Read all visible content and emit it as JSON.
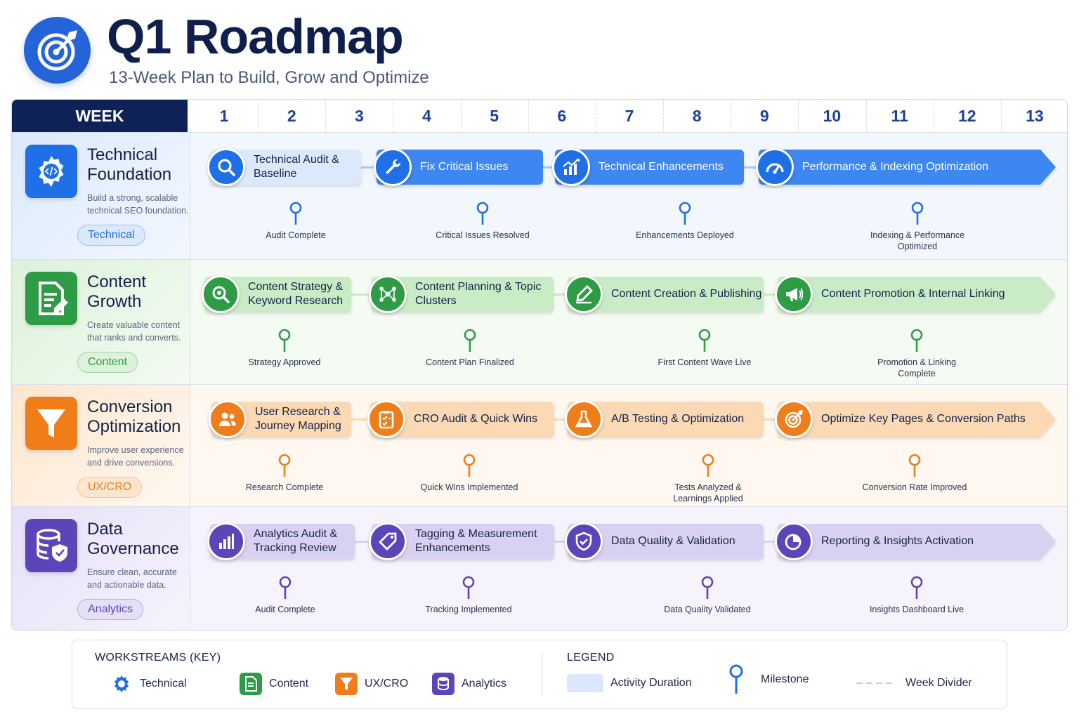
{
  "header": {
    "title": "Q1 Roadmap",
    "subtitle": "13-Week Plan to Build, Grow and Optimize",
    "logo_icon": "target-icon"
  },
  "timeline": {
    "week_label": "WEEK",
    "weeks": [
      "1",
      "2",
      "3",
      "4",
      "5",
      "6",
      "7",
      "8",
      "9",
      "10",
      "11",
      "12",
      "13"
    ]
  },
  "workstreams": [
    {
      "title": "Technical Foundation",
      "description": "Build a strong, scalable technical SEO foundation.",
      "tag": "Technical",
      "icon": "gear-code-icon",
      "colors": {
        "accent": "#1f6fe6",
        "bar": "#3e86f0",
        "light": "#dce9fc",
        "row_bg": "#f2f7fe",
        "text_on_bar": "#ffffff",
        "dark_text": "#15224a"
      },
      "bars": [
        {
          "label": "Technical Audit & Baseline",
          "icon": "magnifier-icon",
          "style": "light"
        },
        {
          "label": "Fix Critical Issues",
          "icon": "wrench-icon",
          "style": "solid"
        },
        {
          "label": "Technical Enhancements",
          "icon": "chart-up-icon",
          "style": "solid"
        },
        {
          "label": "Performance & Indexing Optimization",
          "icon": "speedometer-icon",
          "style": "solid"
        }
      ],
      "milestones": [
        "Audit Complete",
        "Critical Issues Resolved",
        "Enhancements Deployed",
        "Indexing & Performance Optimized"
      ]
    },
    {
      "title": "Content Growth",
      "description": "Create valuable content that ranks and converts.",
      "tag": "Content",
      "icon": "document-pencil-icon",
      "colors": {
        "accent": "#2e9b45",
        "bar": "#c9ebc6",
        "light": "#dcf2da",
        "row_bg": "#f3fbf2",
        "text_on_bar": "#15224a",
        "dark_text": "#15224a"
      },
      "bars": [
        {
          "label": "Content Strategy & Keyword Research",
          "icon": "search-gear-icon",
          "style": "light"
        },
        {
          "label": "Content Planning & Topic Clusters",
          "icon": "network-icon",
          "style": "light"
        },
        {
          "label": "Content Creation & Publishing",
          "icon": "pencil-icon",
          "style": "light"
        },
        {
          "label": "Content Promotion & Internal Linking",
          "icon": "megaphone-icon",
          "style": "light"
        }
      ],
      "milestones": [
        "Strategy Approved",
        "Content Plan Finalized",
        "First Content Wave Live",
        "Promotion & Linking Complete"
      ]
    },
    {
      "title": "Conversion Optimization",
      "description": "Improve user experience and drive conversions.",
      "tag": "UX/CRO",
      "icon": "funnel-icon",
      "colors": {
        "accent": "#ef7d1a",
        "bar": "#fbd9b4",
        "light": "#fde6cd",
        "row_bg": "#fef8f1",
        "text_on_bar": "#15224a",
        "dark_text": "#15224a"
      },
      "bars": [
        {
          "label": "User Research & Journey Mapping",
          "icon": "users-icon",
          "style": "light"
        },
        {
          "label": "CRO Audit & Quick Wins",
          "icon": "checklist-icon",
          "style": "light"
        },
        {
          "label": "A/B Testing & Optimization",
          "icon": "flask-icon",
          "style": "light"
        },
        {
          "label": "Optimize Key Pages & Conversion Paths",
          "icon": "target-icon",
          "style": "light"
        }
      ],
      "milestones": [
        "Research Complete",
        "Quick Wins Implemented",
        "Tests Analyzed & Learnings Applied",
        "Conversion Rate Improved"
      ]
    },
    {
      "title": "Data Governance",
      "description": "Ensure clean, accurate and actionable data.",
      "tag": "Analytics",
      "icon": "database-shield-icon",
      "colors": {
        "accent": "#5b45b8",
        "bar": "#d9d1f1",
        "light": "#e6e0f7",
        "row_bg": "#f6f3fd",
        "text_on_bar": "#15224a",
        "dark_text": "#15224a"
      },
      "bars": [
        {
          "label": "Analytics Audit & Tracking Review",
          "icon": "bar-chart-icon",
          "style": "light"
        },
        {
          "label": "Tagging & Measurement Enhancements",
          "icon": "tag-icon",
          "style": "light"
        },
        {
          "label": "Data Quality & Validation",
          "icon": "shield-check-icon",
          "style": "light"
        },
        {
          "label": "Reporting & Insights Activation",
          "icon": "pie-chart-icon",
          "style": "light"
        }
      ],
      "milestones": [
        "Audit Complete",
        "Tracking Implemented",
        "Data Quality Validated",
        "Insights Dashboard Live"
      ]
    }
  ],
  "key": {
    "workstreams_title": "WORKSTREAMS (KEY)",
    "workstreams": [
      {
        "label": "Technical",
        "icon": "gear-icon",
        "color": "#1f6fe6"
      },
      {
        "label": "Content",
        "icon": "document-icon",
        "color": "#2e9b45"
      },
      {
        "label": "UX/CRO",
        "icon": "funnel-icon",
        "color": "#ef7d1a"
      },
      {
        "label": "Analytics",
        "icon": "database-icon",
        "color": "#5b45b8"
      }
    ],
    "legend_title": "LEGEND",
    "legend": [
      {
        "label": "Activity Duration",
        "icon": "activity-swatch"
      },
      {
        "label": "Milestone",
        "icon": "pin-icon"
      },
      {
        "label": "Week Divider",
        "icon": "dashed-line"
      }
    ]
  }
}
